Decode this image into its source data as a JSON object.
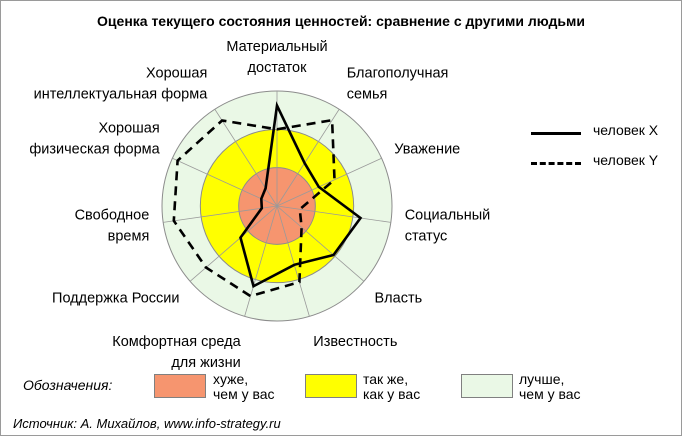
{
  "chart_data": {
    "type": "radar",
    "title": "Оценка текущего состояния ценностей: сравнение с другими людьми",
    "axes": [
      [
        "Материальный",
        "достаток"
      ],
      [
        "Благополучная",
        "семья"
      ],
      [
        "Уважение"
      ],
      [
        "Социальный",
        "статус"
      ],
      [
        "Власть"
      ],
      [
        "Известность"
      ],
      [
        "Комфортная среда",
        "для жизни"
      ],
      [
        "Поддержка России"
      ],
      [
        "Свободное",
        "время"
      ],
      [
        "Хорошая",
        "физическая форма"
      ],
      [
        "Хорошая",
        "интеллектуальная форма"
      ]
    ],
    "scale": {
      "min": 0,
      "max": 3,
      "bands": [
        {
          "from": 0,
          "to": 1,
          "label": [
            "хуже,",
            "чем у вас"
          ],
          "color": "#f6956f"
        },
        {
          "from": 1,
          "to": 2,
          "label": [
            "так же,",
            "как у вас"
          ],
          "color": "#ffff00"
        },
        {
          "from": 2,
          "to": 3,
          "label": [
            "лучше,",
            "чем у вас"
          ],
          "color": "#eaf8e6"
        }
      ]
    },
    "series": [
      {
        "name": "человек X",
        "style": "solid",
        "values": [
          2.62,
          1.33,
          1.2,
          2.2,
          1.95,
          1.6,
          2.18,
          1.26,
          0.4,
          0.45,
          0.55
        ]
      },
      {
        "name": "человек Y",
        "style": "dashed",
        "values": [
          2.0,
          2.66,
          1.65,
          0.6,
          0.85,
          2.07,
          2.45,
          2.45,
          2.72,
          2.85,
          2.65
        ]
      }
    ]
  },
  "legend_caption": "Обозначения:",
  "source": "Источник: А. Михайлов, www.info-strategy.ru"
}
